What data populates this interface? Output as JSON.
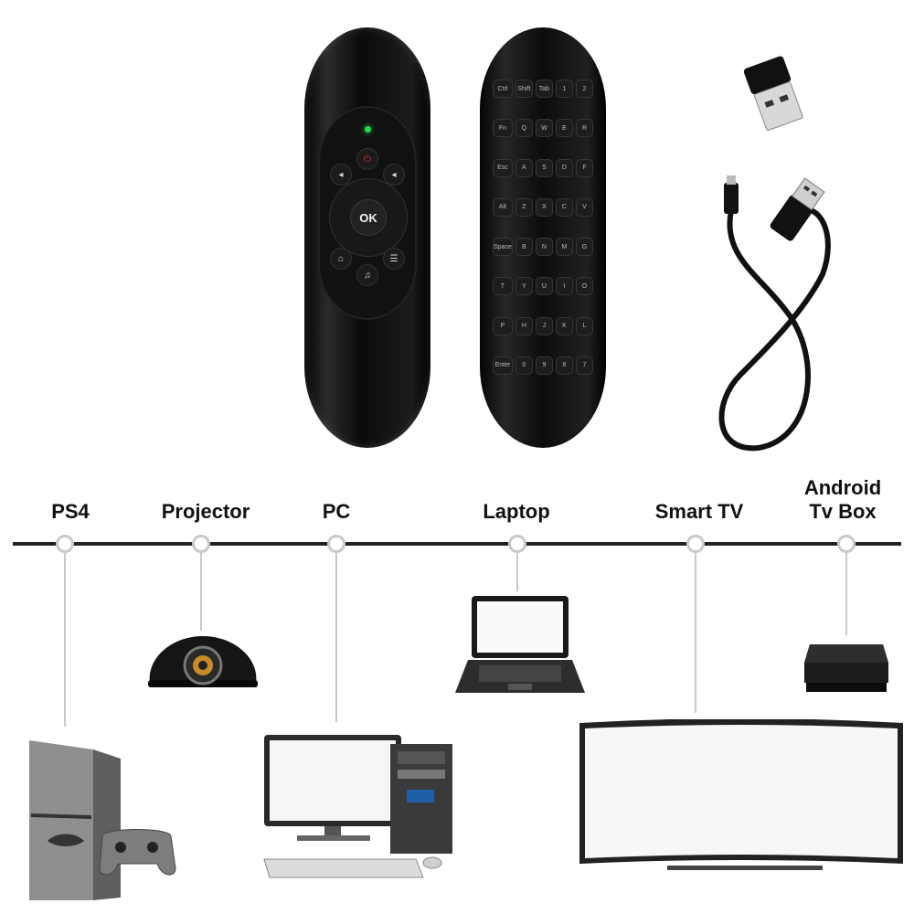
{
  "remote": {
    "ok_label": "OK",
    "keyboard_keys": [
      "Ctrl",
      "Shift",
      "Tab",
      "1",
      "2",
      "Fn",
      "Q",
      "W",
      "E",
      "R",
      "Esc",
      "A",
      "S",
      "D",
      "F",
      "Alt",
      "Z",
      "X",
      "C",
      "V",
      "Space",
      "B",
      "N",
      "M",
      "G",
      "T",
      "Y",
      "U",
      "I",
      "O",
      "P",
      "H",
      "J",
      "K",
      "L",
      "Enter",
      "0",
      "9",
      "8",
      "7"
    ]
  },
  "devices": [
    {
      "label": "PS4"
    },
    {
      "label": "Projector"
    },
    {
      "label": "PC"
    },
    {
      "label": "Laptop"
    },
    {
      "label": "Smart TV"
    },
    {
      "label": "Android\nTv Box"
    }
  ],
  "colors": {
    "led": "#27d84a",
    "timeline": "#222222",
    "node_ring": "#c9c9c9"
  }
}
